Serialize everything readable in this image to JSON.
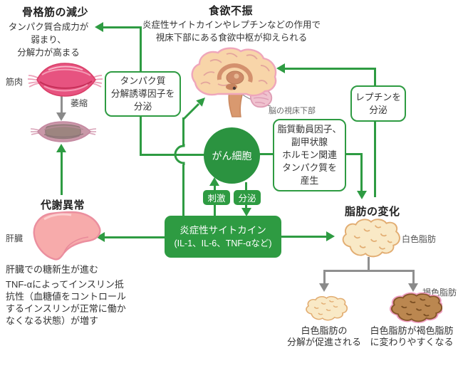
{
  "sections": {
    "skeletal_muscle": {
      "heading": "骨格筋の減少",
      "desc_lines": [
        "タンパク質合成力が",
        "弱まり、",
        "分解力が高まる"
      ],
      "muscle_label": "筋肉",
      "atrophy_label": "萎縮"
    },
    "appetite": {
      "heading": "食欲不振",
      "desc_lines": [
        "炎症性サイトカインやレプチンなどの作用で",
        "視床下部にある食欲中枢が抑えられる"
      ],
      "brain_label": "脳の視床下部"
    },
    "metabolism": {
      "heading": "代謝異常",
      "liver_label": "肝臓",
      "note1": "肝臓での糖新生が進む",
      "note2_lines": [
        "TNF-αによってインスリン抵",
        "抗性（血糖値をコントロール",
        "するインスリンが正常に働か",
        "なくなる状態）が増す"
      ]
    },
    "fat": {
      "heading": "脂肪の変化",
      "white_fat_label": "白色脂肪",
      "brown_fat_label": "褐色脂肪",
      "left_caption_lines": [
        "白色脂肪の",
        "分解が促進される"
      ],
      "right_caption_lines": [
        "白色脂肪が褐色脂肪",
        "に変わりやすくなる"
      ]
    }
  },
  "nodes": {
    "cancer_cell": "がん細胞",
    "protein_box_lines": [
      "タンパク質",
      "分解誘導因子を",
      "分泌"
    ],
    "leptin_box_lines": [
      "レプチンを",
      "分泌"
    ],
    "lipid_box_lines": [
      "脂質動員因子、",
      "副甲状腺",
      "ホルモン関連",
      "タンパク質を",
      "産生"
    ],
    "cytokine_box_lines": [
      "炎症性サイトカイン",
      "(IL-1、IL-6、TNF-αなど)"
    ],
    "stimulus_label": "刺激",
    "secretion_label": "分泌"
  },
  "colors": {
    "green": "#2e9b42",
    "gray_arrow": "#8f8f8f",
    "text": "#333333"
  }
}
